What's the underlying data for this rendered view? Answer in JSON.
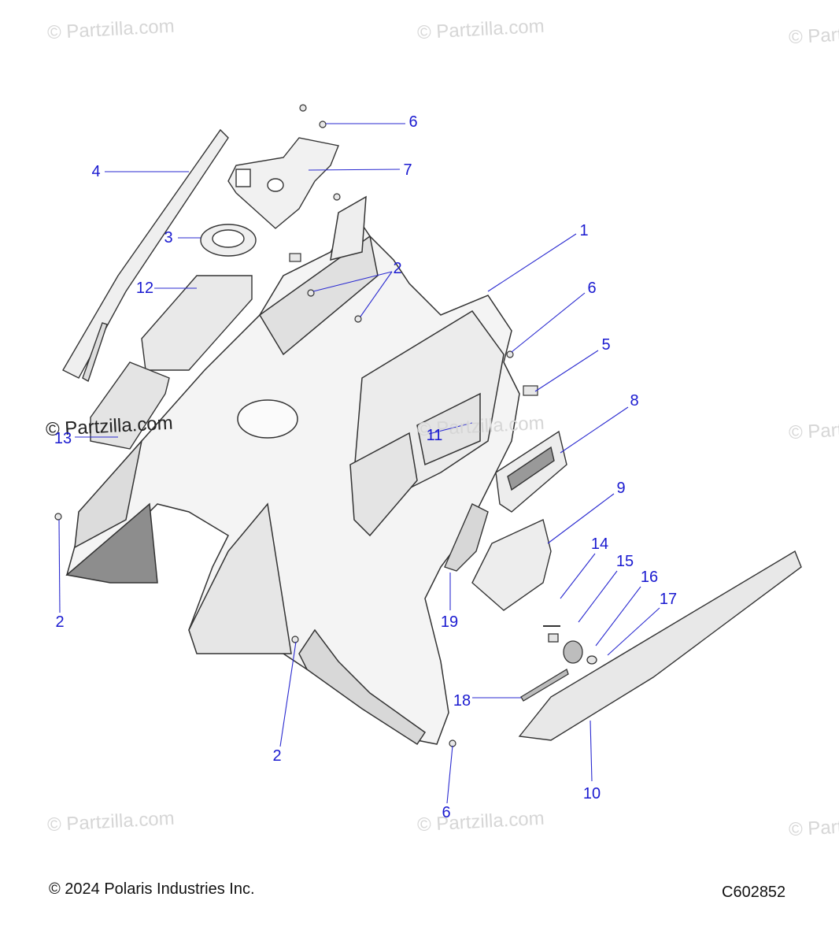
{
  "watermark": "© Partzilla.com",
  "callouts": [
    {
      "id": "c1",
      "number": "1"
    },
    {
      "id": "c2a",
      "number": "2"
    },
    {
      "id": "c2b",
      "number": "2"
    },
    {
      "id": "c2c",
      "number": "2"
    },
    {
      "id": "c3",
      "number": "3"
    },
    {
      "id": "c4",
      "number": "4"
    },
    {
      "id": "c5",
      "number": "5"
    },
    {
      "id": "c6a",
      "number": "6"
    },
    {
      "id": "c6b",
      "number": "6"
    },
    {
      "id": "c6c",
      "number": "6"
    },
    {
      "id": "c7",
      "number": "7"
    },
    {
      "id": "c8",
      "number": "8"
    },
    {
      "id": "c9",
      "number": "9"
    },
    {
      "id": "c10",
      "number": "10"
    },
    {
      "id": "c11",
      "number": "11"
    },
    {
      "id": "c12",
      "number": "12"
    },
    {
      "id": "c13",
      "number": "13"
    },
    {
      "id": "c14",
      "number": "14"
    },
    {
      "id": "c15",
      "number": "15"
    },
    {
      "id": "c16",
      "number": "16"
    },
    {
      "id": "c17",
      "number": "17"
    },
    {
      "id": "c18",
      "number": "18"
    },
    {
      "id": "c19",
      "number": "19"
    }
  ],
  "footer": {
    "copyright": "© 2024 Polaris Industries Inc.",
    "diagram_code": "C602852"
  },
  "colors": {
    "callout_text": "#1a1ad0",
    "leader_line": "#2a2ad0",
    "part_outline": "#333333",
    "part_fill": "#f3f3f3",
    "part_shade": "#9a9a9a"
  }
}
